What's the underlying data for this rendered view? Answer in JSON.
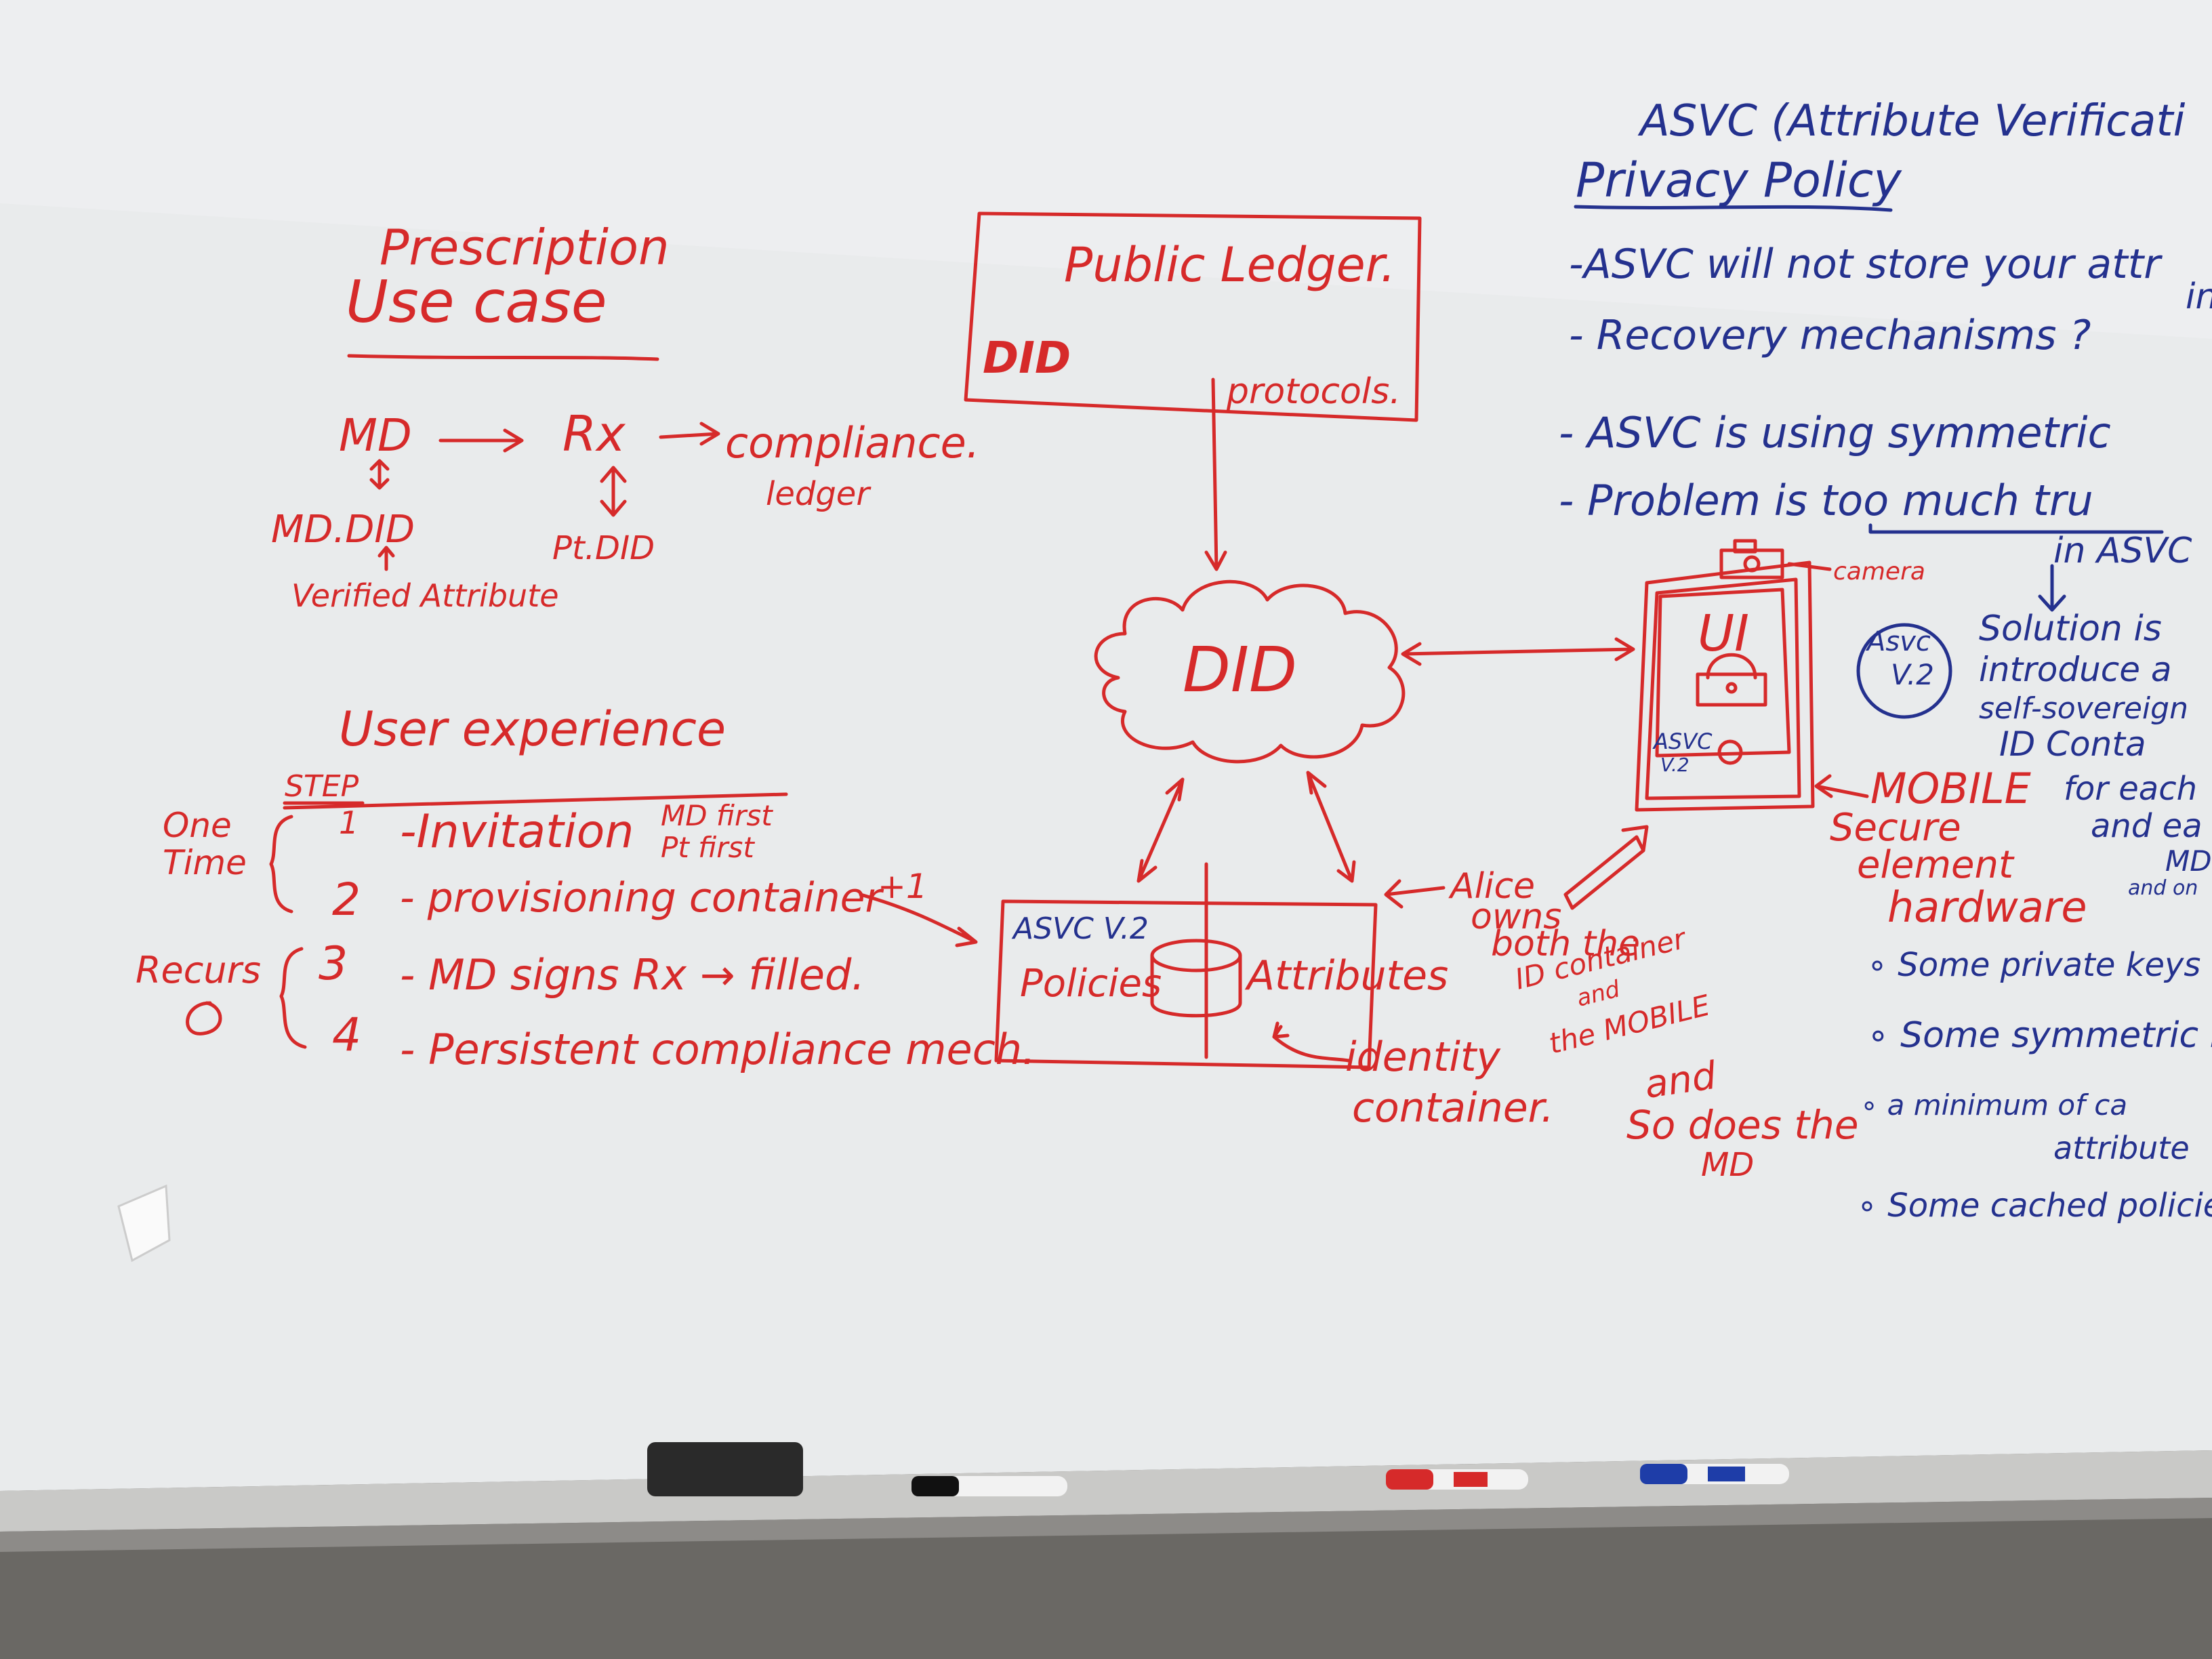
{
  "colors": {
    "board": "#e9ebec",
    "red_marker": "#d62a2a",
    "blue_marker": "#24318e",
    "wall": "#6a6864",
    "tray": "#c9c9c7"
  },
  "left": {
    "title_line1": "Prescription",
    "title_line2": "Use case",
    "flow_md": "MD",
    "flow_rx": "Rx",
    "flow_compliance": "compliance.",
    "flow_ledger": "ledger",
    "md_did": "MD.DID",
    "pt_did": "Pt.DID",
    "verified_attribute": "Verified Attribute",
    "ux_title": "User experience",
    "step_header": "STEP",
    "one_time_1": "One",
    "one_time_2": "Time",
    "recurs": "Recurs",
    "step1_num": "1",
    "step1_text": "-Invitation",
    "step1_opt_a": "MD first",
    "step1_opt_b": "Pt first",
    "step2_num": "2",
    "step2_text": "- provisioning container",
    "step2_extra": "+1",
    "step3_num": "3",
    "step3_text": "- MD signs Rx → filled.",
    "step4_num": "4",
    "step4_text": "- Persistent compliance mech."
  },
  "center": {
    "ledger_title": "Public Ledger.",
    "ledger_did": "DID",
    "ledger_protocols": "protocols.",
    "cloud_label": "DID",
    "container_title": "ASVC V.2",
    "policies": "Policies",
    "attributes": "Attributes",
    "alice_line1": "Alice",
    "alice_line2": "owns",
    "alice_line3": "both the",
    "alice_line4": "ID container",
    "alice_line5": "and",
    "alice_line6": "the MOBILE",
    "identity_line1": "identity",
    "identity_line2": "container.",
    "sodoes_line1": "and",
    "sodoes_line2": "So does the",
    "sodoes_line3": "MD"
  },
  "phone": {
    "camera": "camera",
    "ui": "UI",
    "asvc_line1": "ASVC",
    "asvc_line2": "V.2",
    "mobile": "MOBILE",
    "secure_line1": "Secure",
    "secure_line2": "element",
    "secure_line3": "hardware"
  },
  "right": {
    "heading": "ASVC (Attribute Verificati",
    "privacy_policy": "Privacy Policy",
    "bullet1": "-ASVC will not store your attr",
    "bullet1_note": "in",
    "bullet2": "- Recovery mechanisms ?",
    "bullet3": "- ASVC is using symmetric",
    "bullet4": "- Problem is too much tru",
    "bullet4_note": "in ASVC",
    "circle_line1": "Asvc",
    "circle_line2": "V.2",
    "solution_1": "Solution is",
    "solution_2": "introduce a",
    "solution_3": "self-sovereign",
    "solution_4": "ID Conta",
    "solution_5": "for each",
    "solution_6": "and ea",
    "solution_7": "MD",
    "solution_8": "and on",
    "list1": "∘ Some private keys",
    "list2": "∘ Some symmetric key",
    "list3": "∘ a minimum of ca",
    "list3b": "attribute",
    "list4": "∘ Some cached policies"
  }
}
